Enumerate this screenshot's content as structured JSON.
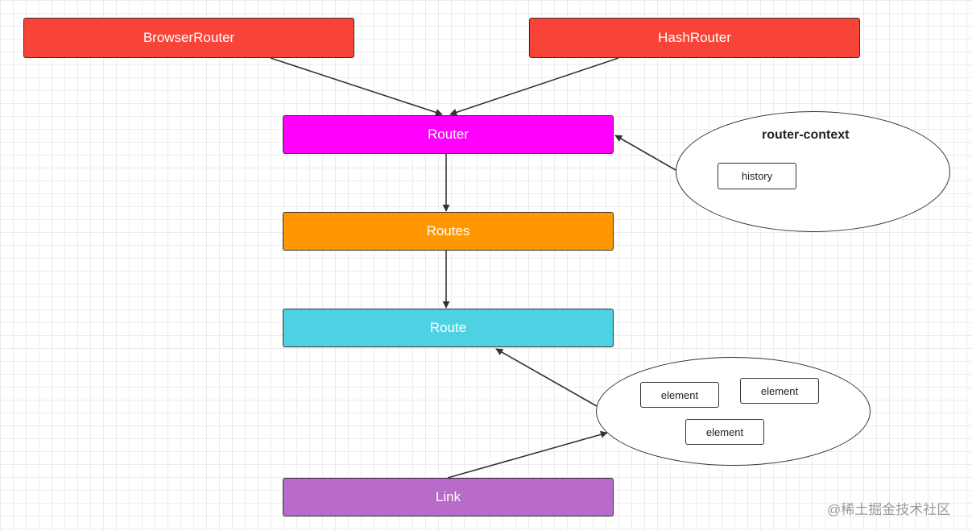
{
  "nodes": {
    "browser_router": {
      "label": "BrowserRouter",
      "color": "#f84438"
    },
    "hash_router": {
      "label": "HashRouter",
      "color": "#f84438"
    },
    "router": {
      "label": "Router",
      "color": "#ff00ff"
    },
    "routes": {
      "label": "Routes",
      "color": "#ff9800"
    },
    "route": {
      "label": "Route",
      "color": "#4ed1e2"
    },
    "link": {
      "label": "Link",
      "color": "#b96bc9"
    }
  },
  "router_context": {
    "title": "router-context",
    "items": [
      "history"
    ]
  },
  "route_elements": {
    "items": [
      "element",
      "element",
      "element"
    ]
  },
  "watermark": "@稀土掘金技术社区"
}
